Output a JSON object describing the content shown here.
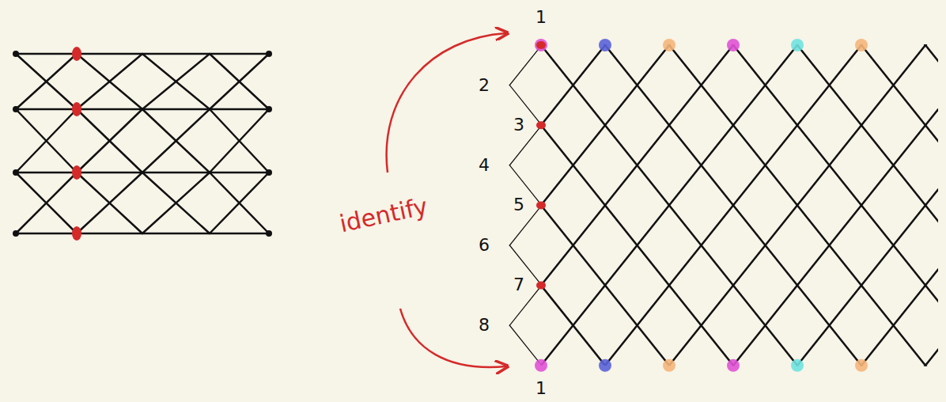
{
  "diagram": {
    "labels": [
      "identify",
      "1",
      "2",
      "3",
      "4",
      "5",
      "6",
      "7",
      "8",
      "1"
    ]
  }
}
